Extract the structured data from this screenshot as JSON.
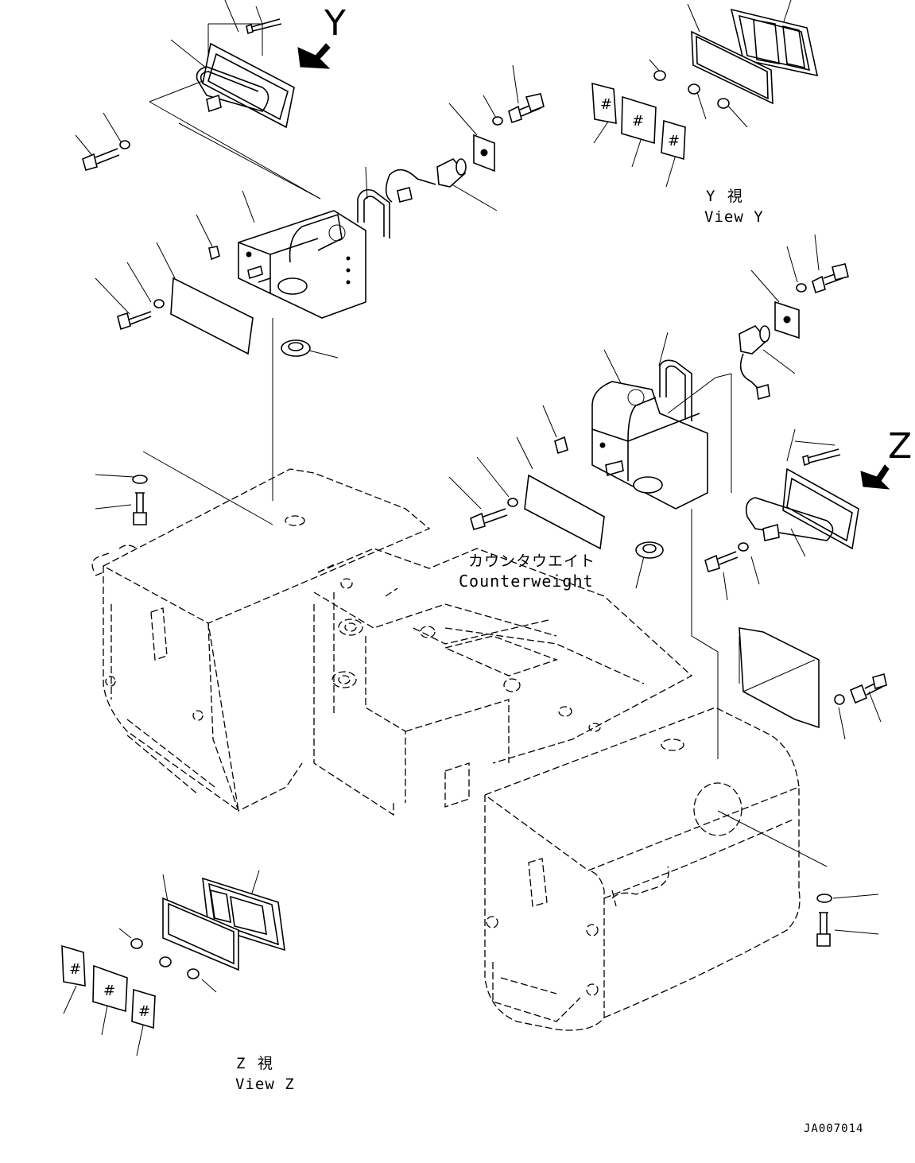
{
  "view_letters": {
    "y": "Y",
    "z": "Z"
  },
  "view_captions": {
    "y_jp": "Y 視",
    "y_en": "View Y",
    "z_jp": "Z 視",
    "z_en": "View Z"
  },
  "part_label": {
    "jp": "カウンタウエイト",
    "en": "Counterweight"
  },
  "document_id": "JA007014"
}
